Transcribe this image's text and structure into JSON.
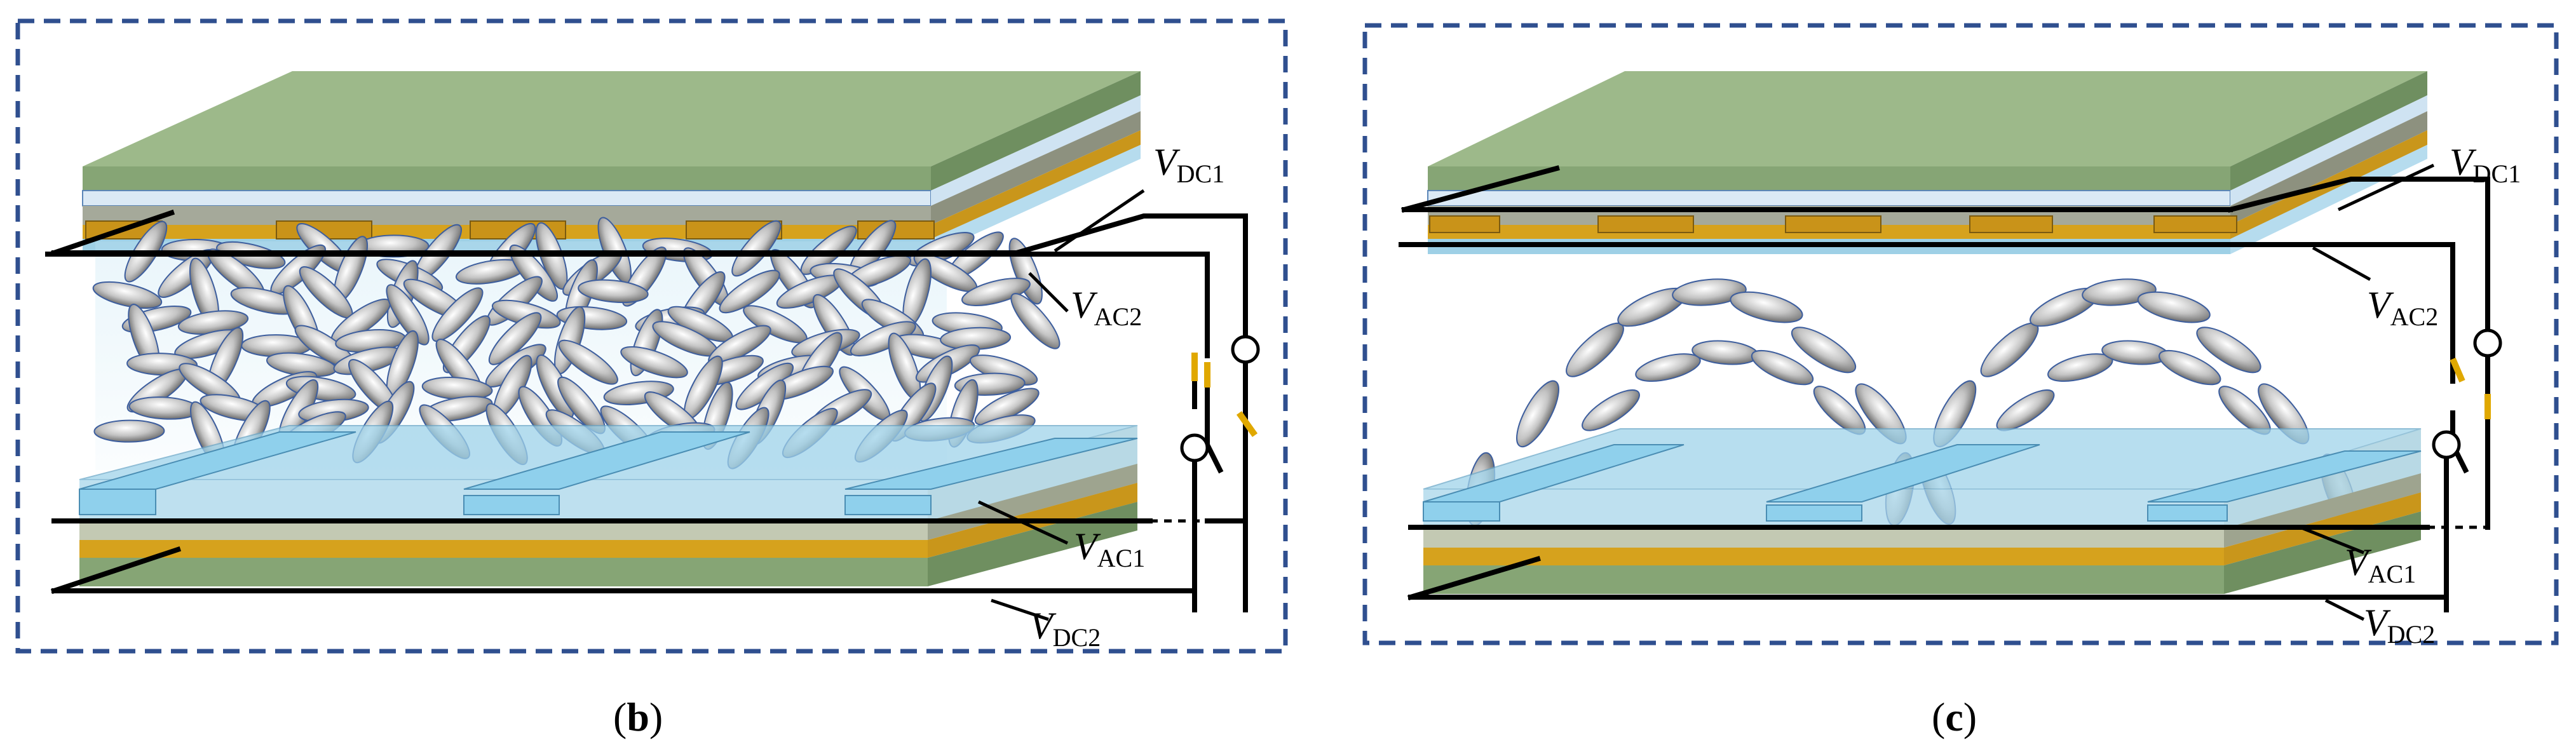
{
  "figure": {
    "background": "#ffffff",
    "frame_color": "#2f4f8f",
    "colors": {
      "green_top": "#9db98a",
      "green_side": "#6f8f60",
      "green_front": "#86a575",
      "light_blue_glass": "#cfe3f2",
      "gray_layer": "#a5a99a",
      "gold_layer": "#d6a21d",
      "cyan_layer": "#9ed0e6",
      "electrode_blue": "#8fd0ec",
      "lc_molecule": "#bdbdbd"
    }
  },
  "panels": [
    {
      "id": "b",
      "caption_open": "(",
      "caption_letter": "b",
      "caption_close": ")",
      "labels": {
        "vdc1_main": "V",
        "vdc1_sub": "DC1",
        "vac2_main": "V",
        "vac2_sub": "AC2",
        "vac1_main": "V",
        "vac1_sub": "AC1",
        "vdc2_main": "V",
        "vdc2_sub": "DC2"
      }
    },
    {
      "id": "c",
      "caption_open": "(",
      "caption_letter": "c",
      "caption_close": ")",
      "labels": {
        "vdc1_main": "V",
        "vdc1_sub": "DC1",
        "vac2_main": "V",
        "vac2_sub": "AC2",
        "vac1_main": "V",
        "vac1_sub": "AC1",
        "vdc2_main": "V",
        "vdc2_sub": "DC2"
      }
    }
  ]
}
